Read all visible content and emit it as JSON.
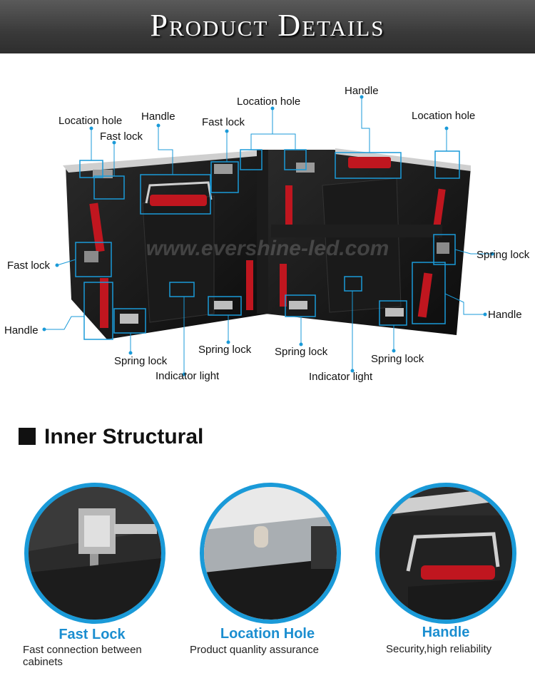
{
  "header": {
    "title": "Product Details"
  },
  "diagram": {
    "callouts": {
      "location_hole_1": "Location hole",
      "fast_lock_1": "Fast lock",
      "handle_1": "Handle",
      "fast_lock_2": "Fast lock",
      "location_hole_2": "Location hole",
      "handle_2": "Handle",
      "location_hole_3": "Location hole",
      "fast_lock_3": "Fast lock",
      "handle_3": "Handle",
      "spring_lock_1": "Spring lock",
      "indicator_light_1": "Indicator light",
      "spring_lock_2": "Spring lock",
      "spring_lock_3": "Spring lock",
      "indicator_light_2": "Indicator light",
      "spring_lock_4": "Spring lock",
      "spring_lock_5": "Spring lock",
      "handle_4": "Handle"
    },
    "watermark": "www.evershine-led.com"
  },
  "inner": {
    "title": "Inner Structural",
    "features": [
      {
        "title": "Fast Lock",
        "desc": "Fast connection between cabinets"
      },
      {
        "title": "Location Hole",
        "desc": "Product quanlity assurance"
      },
      {
        "title": "Handle",
        "desc": "Security,high reliability"
      }
    ]
  },
  "colors": {
    "accent": "#1a9ad8",
    "handle_red": "#c0161f",
    "banner": "#3a3a3a"
  }
}
